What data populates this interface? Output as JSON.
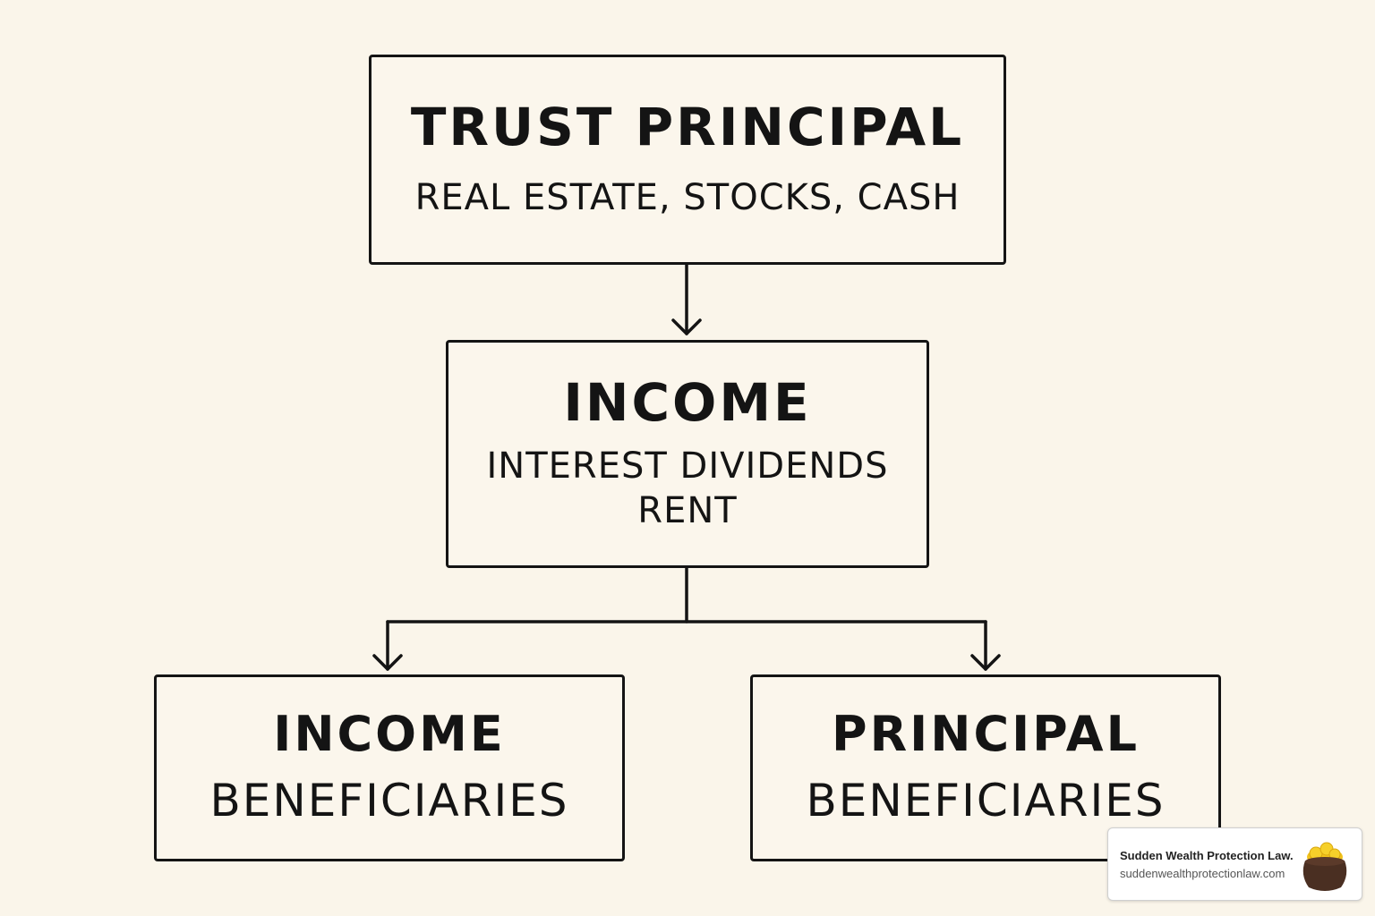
{
  "diagram": {
    "top_box": {
      "title": "TRUST PRINCIPAL",
      "subtitle": "REAL ESTATE, STOCKS, CASH"
    },
    "middle_box": {
      "title": "INCOME",
      "subtitle": "INTEREST DIVIDENDS RENT"
    },
    "left_box": {
      "title": "INCOME",
      "subtitle": "BENEFICIARIES"
    },
    "right_box": {
      "title": "PRINCIPAL",
      "subtitle": "BENEFICIARIES"
    }
  },
  "watermark": {
    "name": "Sudden Wealth Protection Law.",
    "url": "suddenwealthprotectionlaw.com",
    "logo_icon": "pot-of-gold-icon"
  },
  "colors": {
    "background": "#faf5ea",
    "stroke": "#141414",
    "gold": "#f2c21b",
    "pot": "#4a2f22"
  }
}
